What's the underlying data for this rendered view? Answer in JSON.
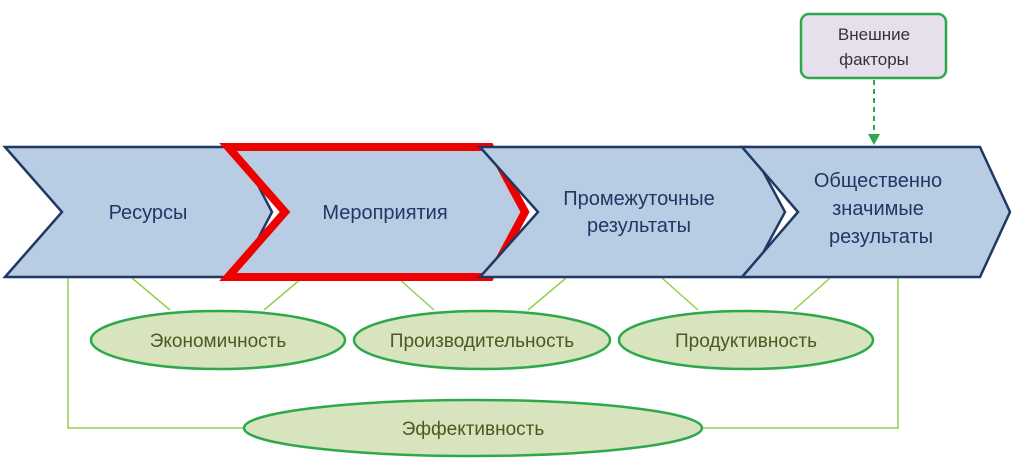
{
  "colors": {
    "chevron_fill": "#b8cce4",
    "chevron_stroke": "#1f3864",
    "highlight_stroke": "#ee0000",
    "oval_fill": "#d7e4bd",
    "oval_stroke": "#2ea84a",
    "connector": "#92d050",
    "external_fill": "#e6e0ec",
    "external_stroke": "#2ea84a"
  },
  "chevrons": [
    {
      "lines": [
        "Ресурсы"
      ],
      "highlighted": false
    },
    {
      "lines": [
        "Мероприятия"
      ],
      "highlighted": true
    },
    {
      "lines": [
        "Промежуточные",
        "результаты"
      ],
      "highlighted": false
    },
    {
      "lines": [
        "Общественно",
        "значимые",
        "результаты"
      ],
      "highlighted": false
    }
  ],
  "ovals": [
    {
      "label": "Экономичность"
    },
    {
      "label": "Производительность"
    },
    {
      "label": "Продуктивность"
    },
    {
      "label": "Эффективность"
    }
  ],
  "external": {
    "lines": [
      "Внешние",
      "факторы"
    ]
  }
}
